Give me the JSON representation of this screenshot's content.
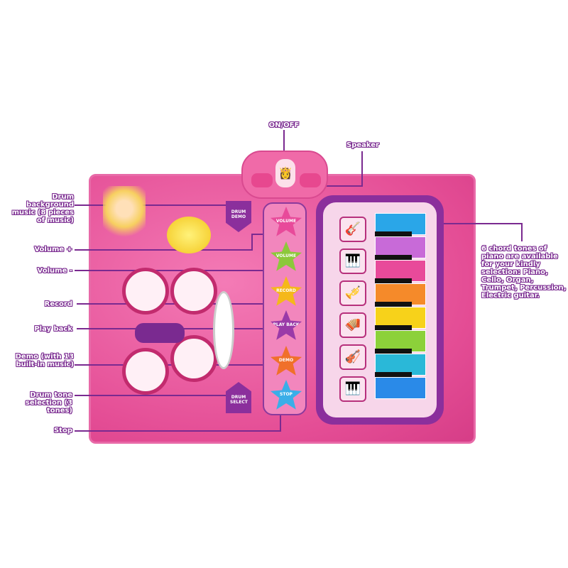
{
  "callouts": {
    "on_off": "ON/OFF",
    "speaker": "Speaker",
    "drum_background": "Drum background music (8 pieces of music)",
    "volume_plus": "Volume +",
    "volume_minus": "Volume -",
    "record": "Record",
    "play_back": "Play back",
    "demo": "Demo (with 13 built-in music)",
    "drum_tone": "Drum tone selection (3 tones)",
    "stop": "Stop",
    "chord_tones": "6 chord tones of piano are available for your kindly selection: Piano, Cello, Organ, Trumpet, Percussion, Electric guitar."
  },
  "mat_buttons": {
    "volume_plus": "VOLUME",
    "volume_minus": "VOLUME",
    "record": "RECORD",
    "play_back": "PLAY BACK",
    "demo": "DEMO",
    "stop": "STOP",
    "drum_demo": "DRUM DEMO",
    "drum_select": "DRUM SELECT"
  },
  "colors": {
    "mat": "#e44d95",
    "panel": "#8b2f9c",
    "outline": "#7a2a90"
  },
  "piano_keys": [
    "#2aa6e8",
    "#c86ad8",
    "#e84a9a",
    "#f58a2a",
    "#f7d21a",
    "#8cd13a",
    "#2ab8d8",
    "#2a8ae8"
  ],
  "instruments": [
    "electric-guitar-icon",
    "percussion-icon",
    "trumpet-icon",
    "organ-icon",
    "cello-icon",
    "piano-icon"
  ]
}
